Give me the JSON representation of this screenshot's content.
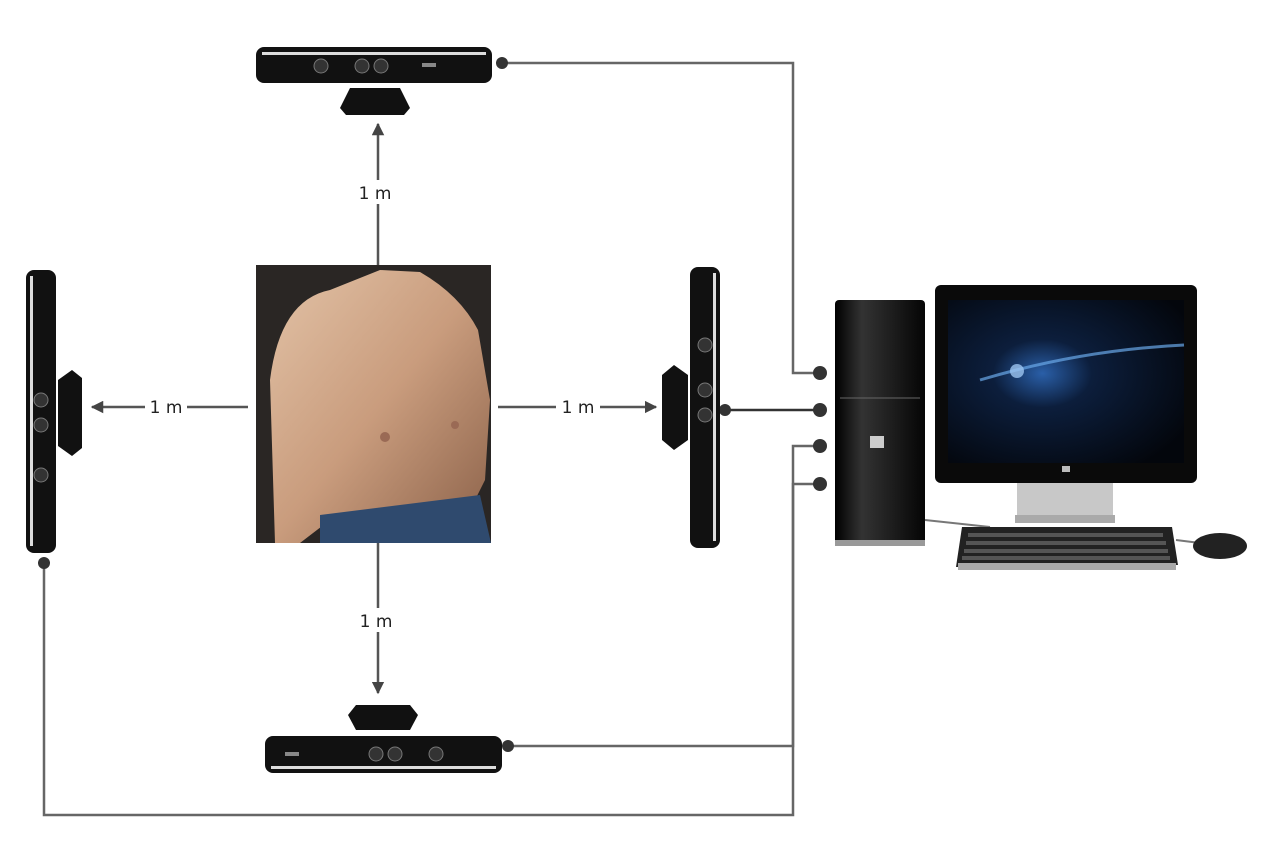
{
  "labels": {
    "top_distance": "1 m",
    "left_distance": "1 m",
    "right_distance": "1 m",
    "bottom_distance": "1 m"
  },
  "sensors": [
    {
      "id": "top",
      "type": "depth-sensor"
    },
    {
      "id": "left",
      "type": "depth-sensor"
    },
    {
      "id": "right",
      "type": "depth-sensor"
    },
    {
      "id": "bottom",
      "type": "depth-sensor"
    }
  ],
  "colors": {
    "wire": "#666666",
    "sensor": "#111111",
    "skin": "#c9a083",
    "background": "#ffffff"
  }
}
